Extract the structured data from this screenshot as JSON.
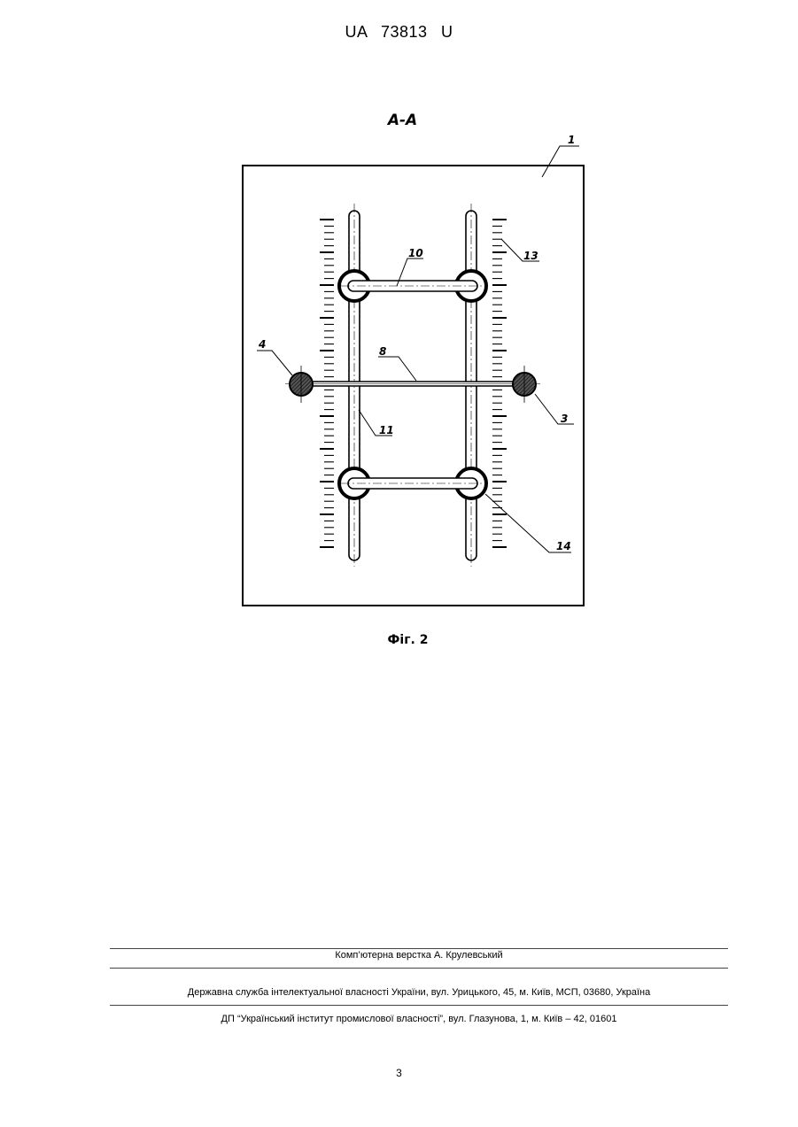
{
  "header": {
    "patent_number": "UA 73813 U"
  },
  "figure": {
    "section_label": "A-A",
    "caption": "Фіг. 2",
    "callouts": {
      "frame": "1",
      "scale": "13",
      "bar_top": "10",
      "left_ball": "4",
      "rod": "8",
      "right_ball": "3",
      "rail": "11",
      "ring": "14"
    }
  },
  "footer": {
    "layout_credit": "Комп’ютерна верстка А. Крулевський",
    "agency": "Державна служба інтелектуальної власності України, вул. Урицького, 45, м. Київ, МСП, 03680, Україна",
    "institute": "ДП “Український інститут промислової власності”, вул. Глазунова, 1, м. Київ – 42, 01601"
  },
  "page_number": "3"
}
